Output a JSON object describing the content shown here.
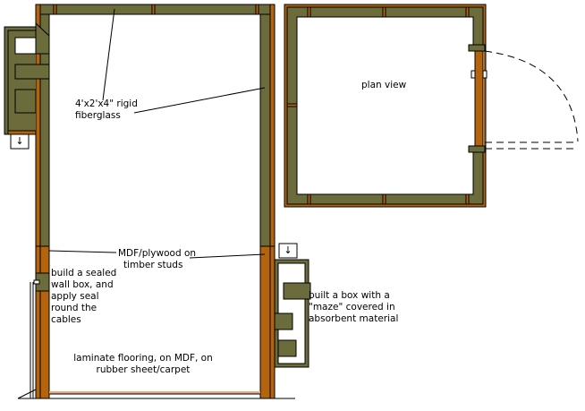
{
  "labels": {
    "plan_view": "plan view",
    "fiberglass_line1": "4'x2'x4\" rigid",
    "fiberglass_line2": "fiberglass",
    "mdf_line1": "MDF/plywood on",
    "mdf_line2": "timber studs",
    "wallbox_line1": "build a sealed",
    "wallbox_line2": "wall box, and",
    "wallbox_line3": "apply seal",
    "wallbox_line4": "round the",
    "wallbox_line5": "cables",
    "maze_line1": "built a box with a",
    "maze_line2": "\"maze\" covered in",
    "maze_line3": "absorbent material",
    "floor_line1": "laminate flooring, on MDF, on",
    "floor_line2": "rubber sheet/carpet"
  },
  "icons": {
    "vent_left": "down-arrow-icon",
    "vent_right": "down-arrow-icon",
    "door_handle": "door-handle-icon"
  },
  "colors": {
    "fiberglass": "#6b6b3c",
    "stud": "#b4630f",
    "outline": "#000000",
    "carpet": "#e8a882",
    "background": "#ffffff"
  }
}
